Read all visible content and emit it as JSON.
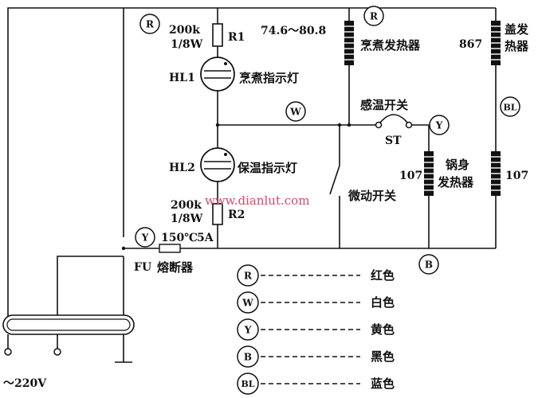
{
  "resistors": {
    "r1": {
      "value": "200k",
      "power": "1/8W",
      "name": "R1"
    },
    "r2": {
      "value": "200k",
      "power": "1/8W",
      "name": "R2"
    }
  },
  "lamps": {
    "hl1": {
      "name": "HL1",
      "label": "烹煮指示灯"
    },
    "hl2": {
      "name": "HL2",
      "label": "保温指示灯"
    }
  },
  "heaters": {
    "cooking": {
      "value": "74.6～80.8",
      "label": "烹煮发热器"
    },
    "lid": {
      "value": "867",
      "label_line1": "盖发",
      "label_line2": "热器"
    },
    "pot_left": {
      "value": "107"
    },
    "pot_right": {
      "value": "107",
      "label_line1": "锅身",
      "label_line2": "发热器"
    }
  },
  "switches": {
    "thermo": {
      "label": "感温开关",
      "name": "ST"
    },
    "micro": {
      "label": "微动开关"
    }
  },
  "fuse": {
    "rating_temp": "150℃",
    "rating_current": "5A",
    "name": "FU",
    "label": "熔断器"
  },
  "power": {
    "label": "～220V"
  },
  "watermark": "www.dianlut.com",
  "wire_badges": {
    "top_left": "R",
    "top_right": "R",
    "white": "W",
    "yellow_switch": "Y",
    "blue": "BL",
    "yellow_fuse": "Y",
    "black": "B"
  },
  "legend": [
    {
      "code": "R",
      "color_name": "红色"
    },
    {
      "code": "W",
      "color_name": "白色"
    },
    {
      "code": "Y",
      "color_name": "黄色"
    },
    {
      "code": "B",
      "color_name": "黑色"
    },
    {
      "code": "BL",
      "color_name": "蓝色"
    }
  ]
}
